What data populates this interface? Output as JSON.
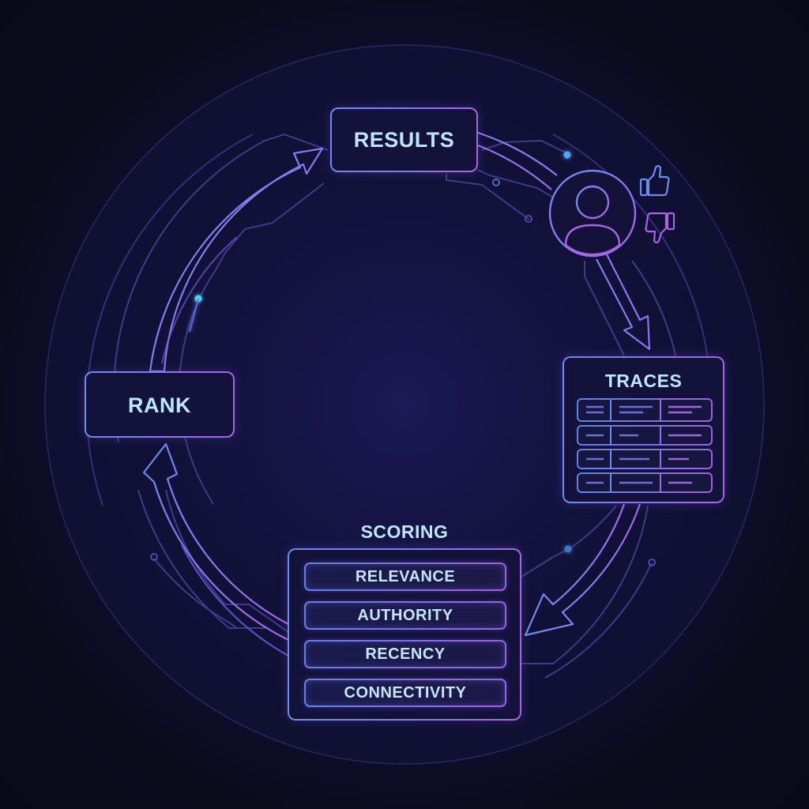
{
  "diagram": {
    "type": "cyclic-process",
    "colors": {
      "background": "#0b0b1c",
      "inner_background": "#1a1850",
      "stroke_blue": "#6b8cf0",
      "stroke_purple": "#a863e6",
      "ring_line": "#3f3a8a",
      "text": "#bfe6f7",
      "glow_dot": "#4fd6f0"
    },
    "nodes": {
      "results": {
        "label": "RESULTS"
      },
      "user": {
        "icon": "user-avatar-icon"
      },
      "feedback": {
        "thumbs_up_icon": "thumbs-up-icon",
        "thumbs_down_icon": "thumbs-down-icon"
      },
      "traces": {
        "label": "TRACES",
        "rows": 4,
        "columns": 3,
        "icon": "table-icon"
      },
      "scoring": {
        "label": "SCORING",
        "items": [
          {
            "label": "RELEVANCE"
          },
          {
            "label": "AUTHORITY"
          },
          {
            "label": "RECENCY"
          },
          {
            "label": "CONNECTIVITY"
          }
        ]
      },
      "rank": {
        "label": "RANK"
      }
    },
    "flow": [
      {
        "from": "RESULTS",
        "to": "USER"
      },
      {
        "from": "USER",
        "to": "TRACES"
      },
      {
        "from": "TRACES",
        "to": "SCORING"
      },
      {
        "from": "SCORING",
        "to": "RANK"
      },
      {
        "from": "RANK",
        "to": "RESULTS"
      }
    ]
  }
}
